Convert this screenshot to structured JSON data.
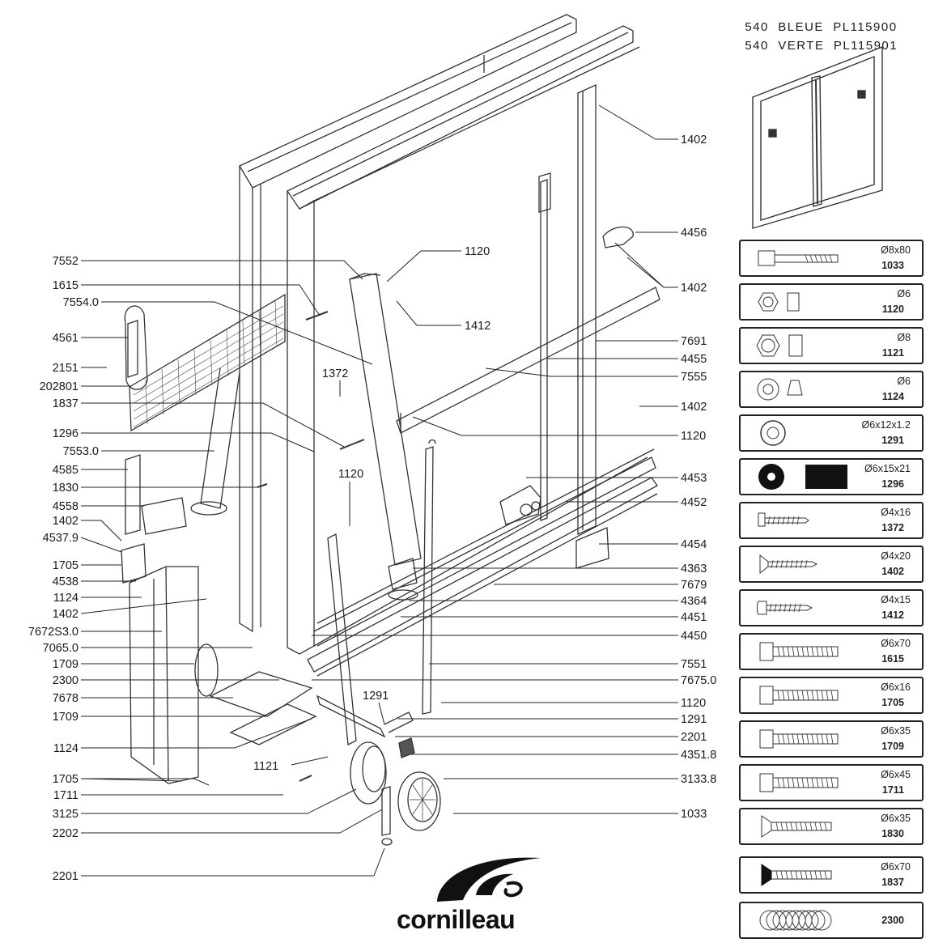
{
  "models": [
    {
      "size": "540",
      "color": "BLEUE",
      "ref": "PL115900"
    },
    {
      "size": "540",
      "color": "VERTE",
      "ref": "PL115901"
    }
  ],
  "brand": "cornilleau",
  "callouts_left": [
    "7552",
    "1615",
    "7554.0",
    "4561",
    "2151",
    "202801",
    "1837",
    "1296",
    "7553.0",
    "4585",
    "1830",
    "4558",
    "1402",
    "4537.9",
    "1705",
    "4538",
    "1124",
    "1402",
    "7672S3.0",
    "7065.0",
    "1709",
    "2300",
    "7678",
    "1709",
    "1124",
    "1705",
    "1711",
    "3125",
    "2202",
    "2201"
  ],
  "callouts_right": [
    "1402",
    "4456",
    "1402",
    "7691",
    "4455",
    "7555",
    "1402",
    "1120",
    "4453",
    "4452",
    "4454",
    "4363",
    "7679",
    "4364",
    "4451",
    "4450",
    "7551",
    "7675.0",
    "1120",
    "1291",
    "2201",
    "4351.8",
    "3133.8",
    "1033"
  ],
  "callouts_inner": [
    "1120",
    "1412",
    "1372",
    "1120",
    "1291",
    "1121"
  ],
  "hardware": [
    {
      "size": "Ø8x80",
      "code": "1033",
      "icon": "long-bolt-icon"
    },
    {
      "size": "Ø6",
      "code": "1120",
      "icon": "nut-icon"
    },
    {
      "size": "Ø8",
      "code": "1121",
      "icon": "nut-icon"
    },
    {
      "size": "Ø6",
      "code": "1124",
      "icon": "flange-nut-icon"
    },
    {
      "size": "Ø6x12x1.2",
      "code": "1291",
      "icon": "washer-icon"
    },
    {
      "size": "Ø6x15x21",
      "code": "1296",
      "icon": "rubber-washer-icon"
    },
    {
      "size": "Ø4x16",
      "code": "1372",
      "icon": "screw-icon"
    },
    {
      "size": "Ø4x20",
      "code": "1402",
      "icon": "countersunk-screw-icon"
    },
    {
      "size": "Ø4x15",
      "code": "1412",
      "icon": "screw-icon"
    },
    {
      "size": "Ø6x70",
      "code": "1615",
      "icon": "hex-bolt-icon"
    },
    {
      "size": "Ø6x16",
      "code": "1705",
      "icon": "hex-bolt-icon"
    },
    {
      "size": "Ø6x35",
      "code": "1709",
      "icon": "hex-bolt-icon"
    },
    {
      "size": "Ø6x45",
      "code": "1711",
      "icon": "hex-bolt-icon"
    },
    {
      "size": "Ø6x35",
      "code": "1830",
      "icon": "flat-head-bolt-icon"
    },
    {
      "size": "Ø6x70",
      "code": "1837",
      "icon": "flat-head-bolt-icon"
    },
    {
      "size": "",
      "code": "2300",
      "icon": "spring-ring-icon"
    }
  ]
}
